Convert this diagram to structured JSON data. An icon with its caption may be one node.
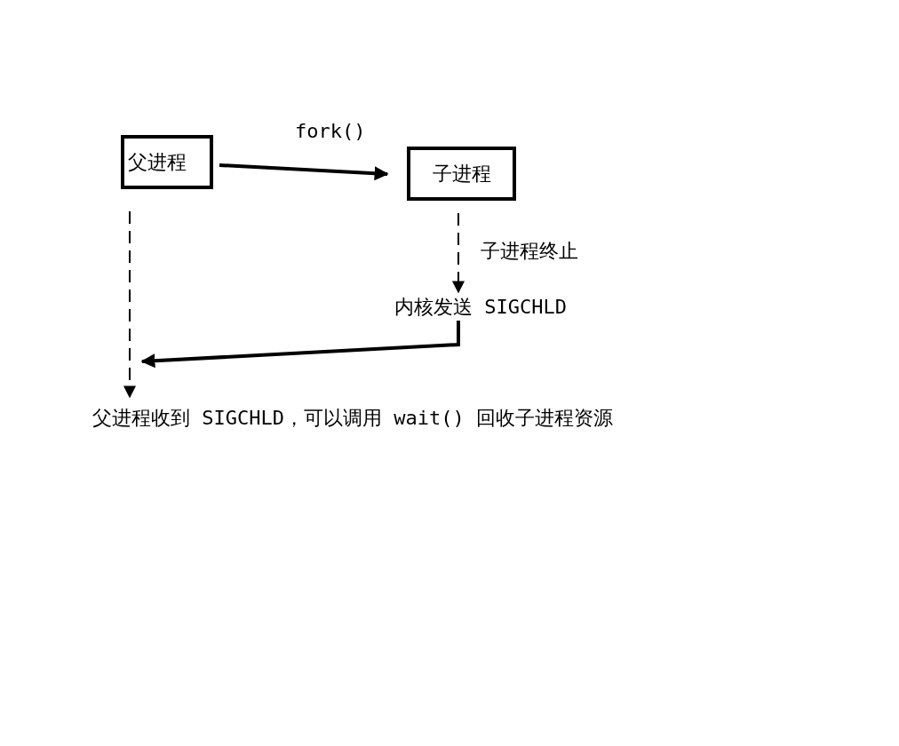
{
  "diagram": {
    "nodes": [
      {
        "text": [
          "父进程"
        ]
      },
      {
        "text": [
          "子进程"
        ]
      },
      {
        "text": [
          "内核发送 SIGCHLD"
        ]
      },
      {
        "text": [
          "父进程收到 SIGCHLD，可以调用 wait() 回收子进程资源"
        ]
      }
    ],
    "edges": [
      {
        "from": 0,
        "to": 1,
        "arrow": "to",
        "label": "fork()",
        "style": "thick"
      },
      {
        "from": 1,
        "to": 2,
        "arrow": "to",
        "label": "子进程终止",
        "style": "dashed"
      },
      {
        "from": 2,
        "to": null,
        "arrow": "to",
        "style": "thick"
      },
      {
        "from": 0,
        "to": 3,
        "arrow": "to",
        "style": "dashed"
      }
    ]
  }
}
